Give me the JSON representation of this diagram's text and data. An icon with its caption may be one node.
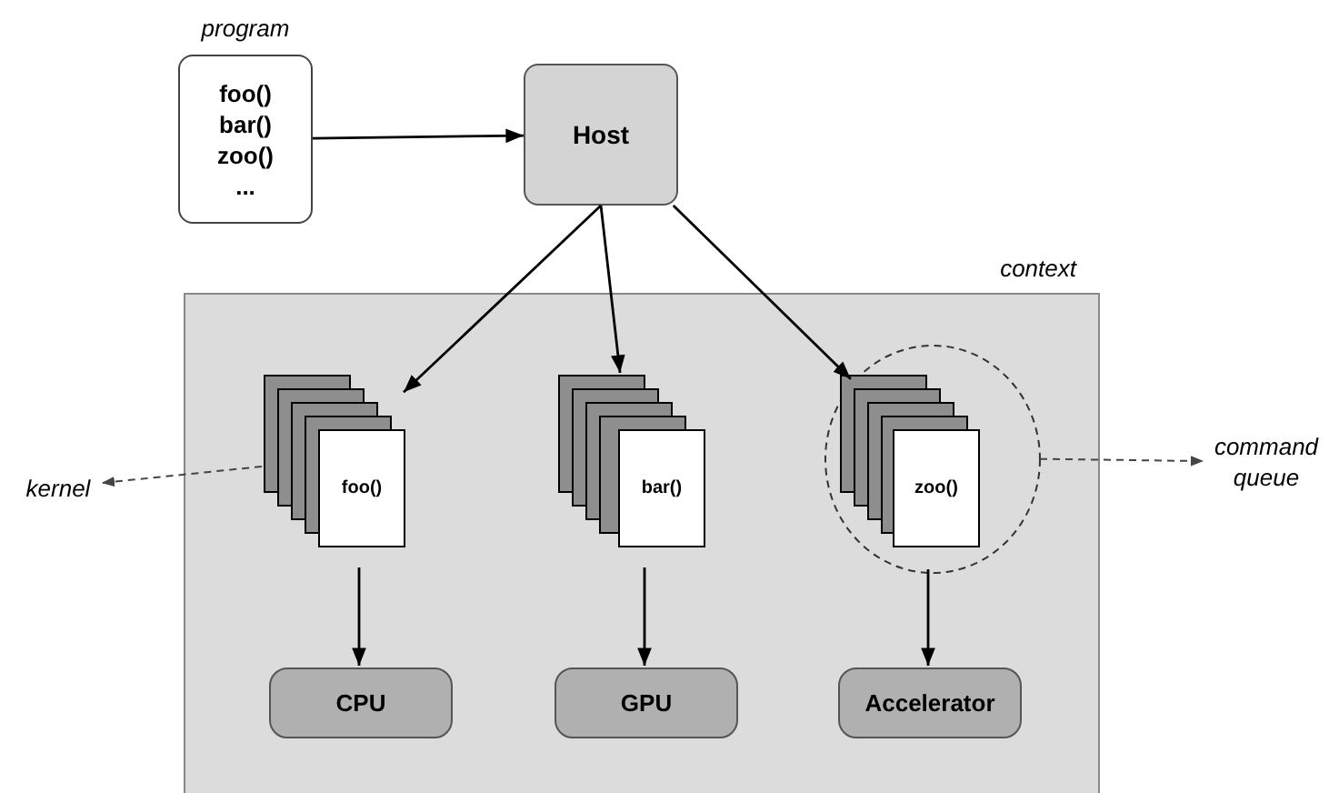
{
  "diagram": {
    "nodes": [
      {
        "text": [
          "program",
          "foo() bar() zoo() ..."
        ]
      },
      {
        "text": [
          "Host"
        ]
      },
      {
        "text": [
          "context"
        ]
      },
      {
        "text": [
          "foo()"
        ],
        "in": 2
      },
      {
        "text": [
          "bar()"
        ],
        "in": 2
      },
      {
        "text": [],
        "shape": "circle",
        "in": 2
      },
      {
        "text": [
          "zoo()"
        ],
        "in": 5
      },
      {
        "text": [
          "CPU"
        ],
        "in": 2
      },
      {
        "text": [
          "GPU"
        ],
        "in": 2
      },
      {
        "text": [
          "Accelerator"
        ],
        "in": 2
      },
      {
        "text": [
          "kernel"
        ]
      },
      {
        "text": [
          "command queue"
        ]
      }
    ],
    "edges": [
      {
        "from": 0,
        "to": 1,
        "arrow": "to"
      },
      {
        "from": 1,
        "to": 3,
        "arrow": "to"
      },
      {
        "from": 1,
        "to": 4,
        "arrow": "to"
      },
      {
        "from": 1,
        "to": 5,
        "arrow": "to"
      },
      {
        "from": 3,
        "to": 7,
        "arrow": "to"
      },
      {
        "from": 4,
        "to": 8,
        "arrow": "to"
      },
      {
        "from": 5,
        "to": 9,
        "arrow": "to"
      },
      {
        "from": 3,
        "to": 10,
        "arrow": "to",
        "style": "dashed"
      },
      {
        "from": 5,
        "to": 11,
        "arrow": "to",
        "style": "dashed"
      }
    ]
  }
}
